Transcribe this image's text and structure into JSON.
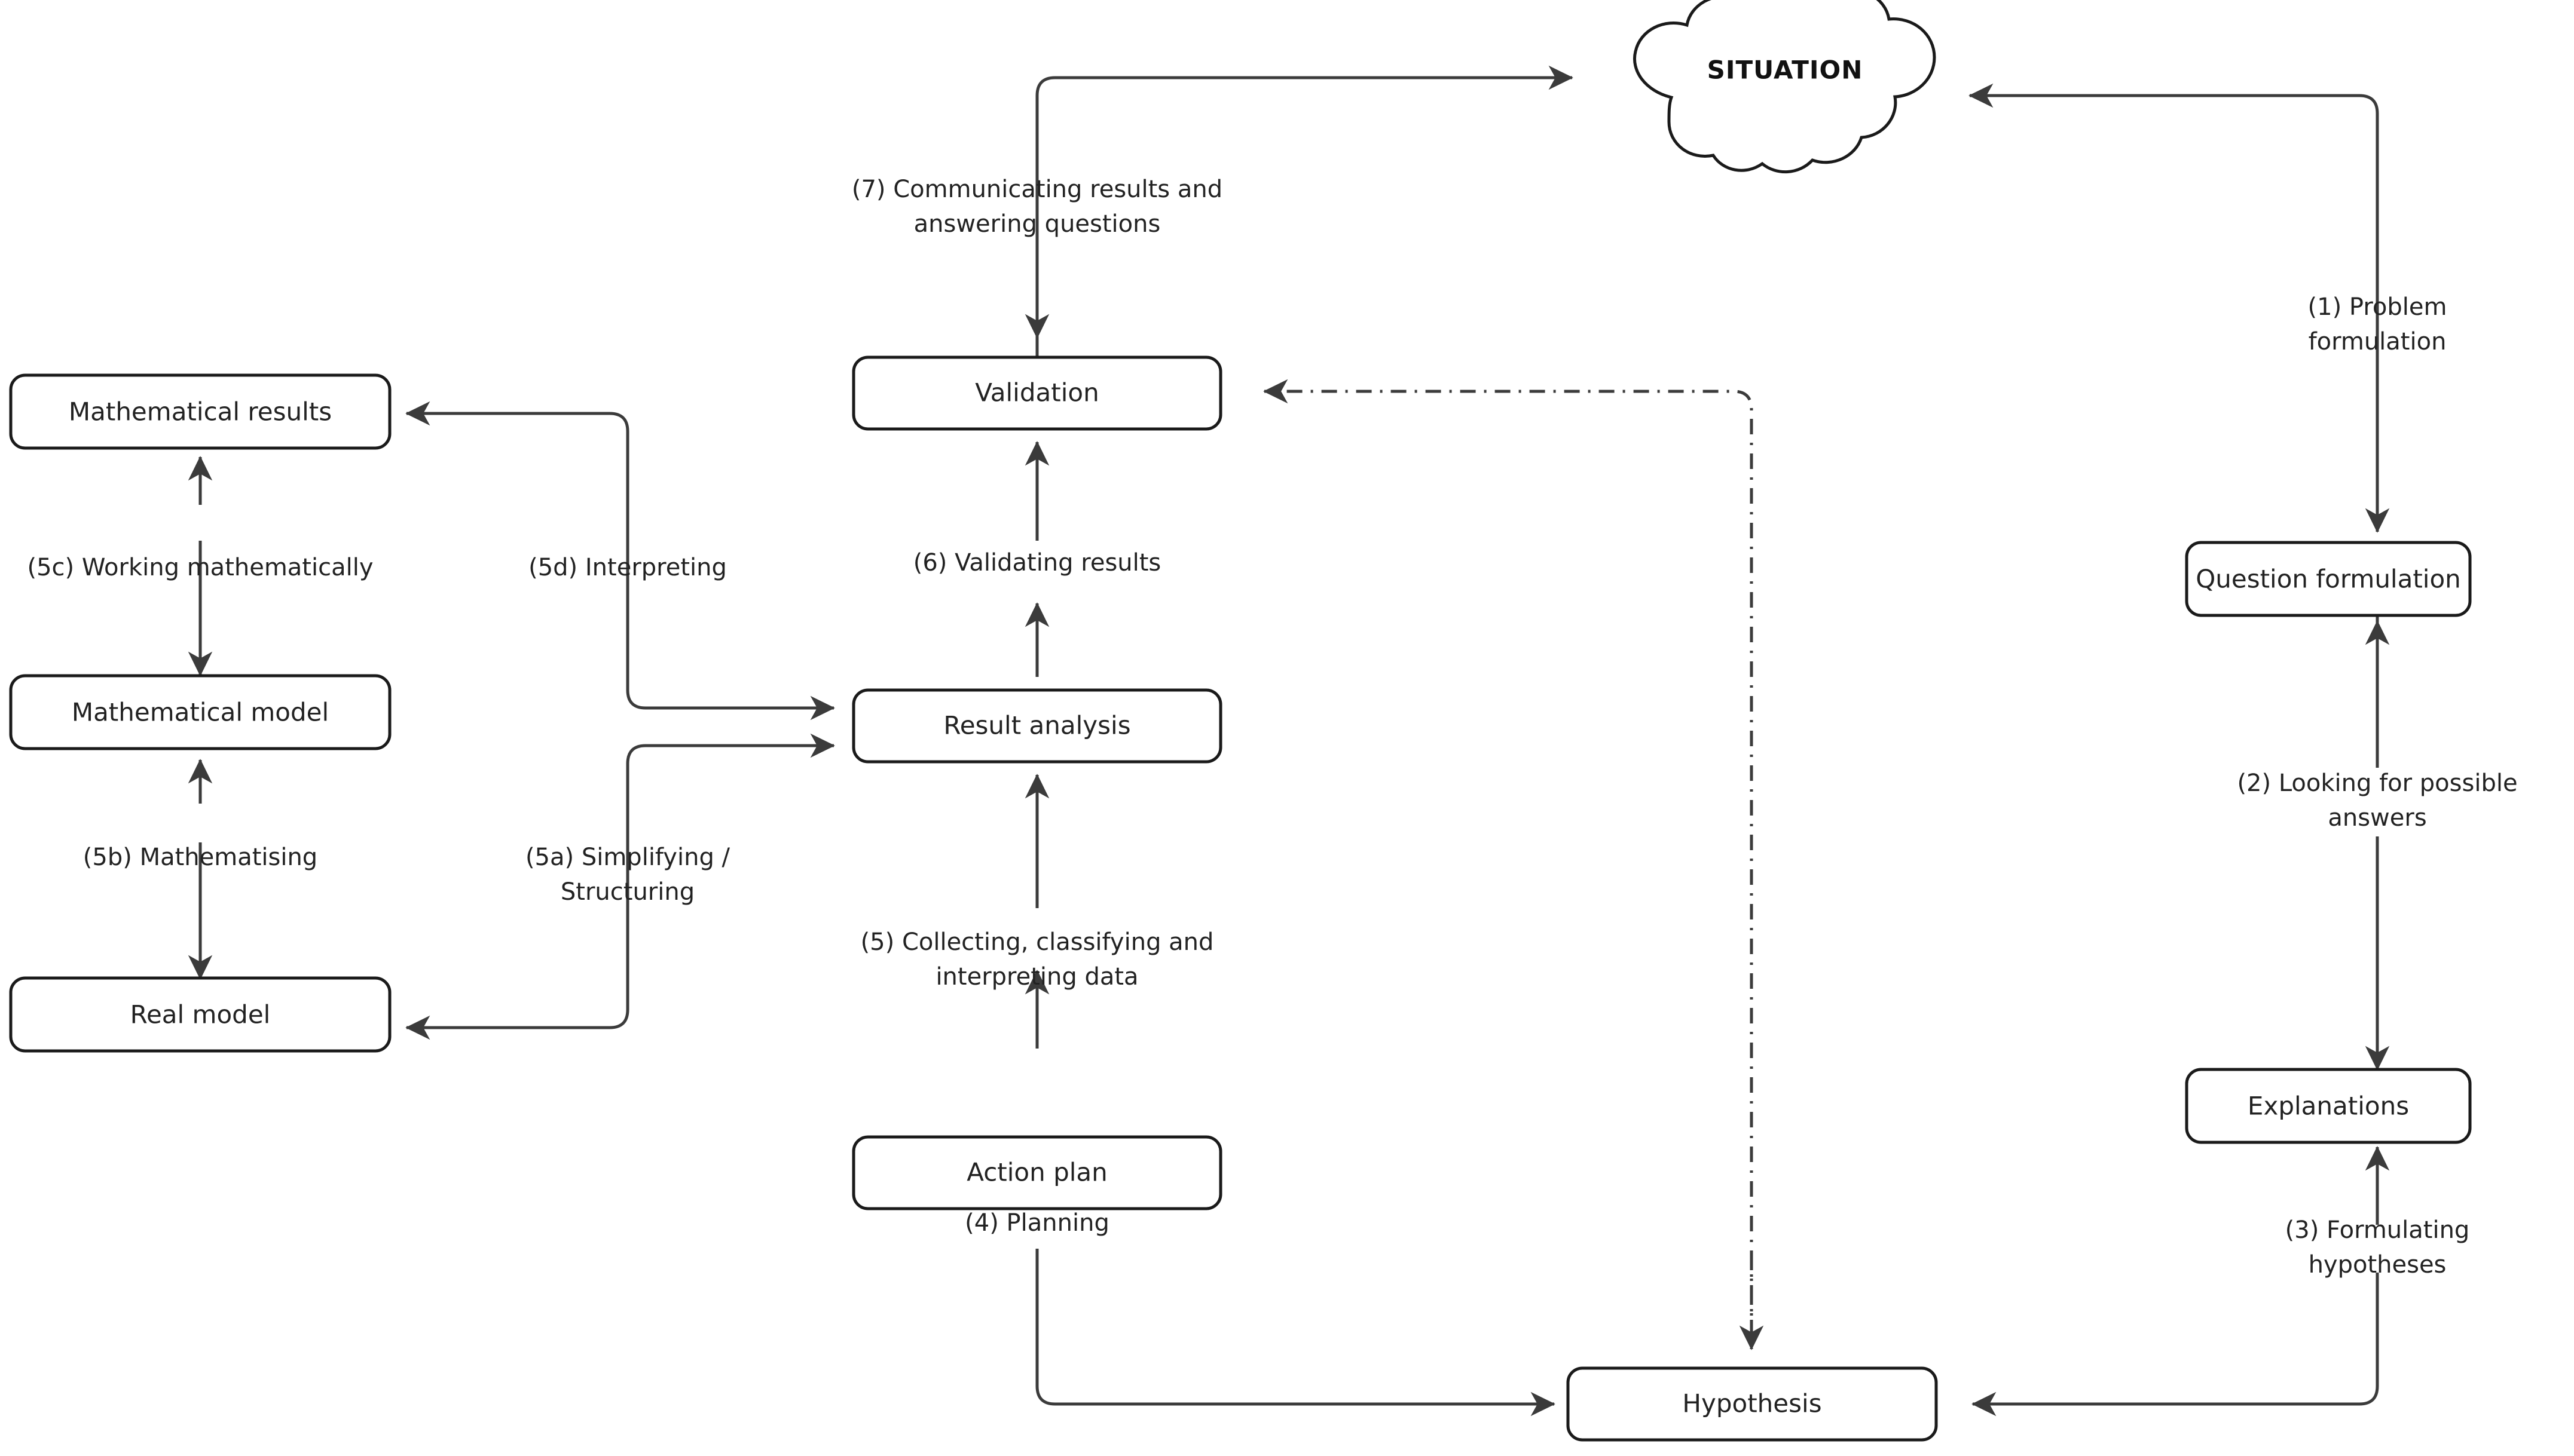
{
  "diagram": {
    "title": "Mathematical modelling and inquiry cycle",
    "background_color": "#ffffff",
    "line_color": "#3b3b3b",
    "box_border_color": "#1a1a1a",
    "text_color": "#222222"
  },
  "nodes": {
    "situation": {
      "label": "SITUATION",
      "shape": "cloud"
    },
    "question_formulation": {
      "label": "Question formulation",
      "shape": "rounded-rect"
    },
    "explanations": {
      "label": "Explanations",
      "shape": "rounded-rect"
    },
    "hypothesis": {
      "label": "Hypothesis",
      "shape": "rounded-rect"
    },
    "action_plan": {
      "label": "Action plan",
      "shape": "rounded-rect"
    },
    "result_analysis": {
      "label": "Result analysis",
      "shape": "rounded-rect"
    },
    "validation": {
      "label": "Validation",
      "shape": "rounded-rect"
    },
    "mathematical_results": {
      "label": "Mathematical results",
      "shape": "rounded-rect"
    },
    "mathematical_model": {
      "label": "Mathematical model",
      "shape": "rounded-rect"
    },
    "real_model": {
      "label": "Real model",
      "shape": "rounded-rect"
    }
  },
  "edge_labels": {
    "step1": {
      "line1": "(1) Problem",
      "line2": "formulation"
    },
    "step2": {
      "line1": "(2) Looking for possible",
      "line2": "answers"
    },
    "step3": {
      "line1": "(3) Formulating",
      "line2": "hypotheses"
    },
    "step4": {
      "line1": "(4) Planning",
      "line2": ""
    },
    "step5": {
      "line1": "(5) Collecting, classifying and",
      "line2": "interpreting data"
    },
    "step5a": {
      "line1": "(5a) Simplifying /",
      "line2": "Structuring"
    },
    "step5b": {
      "line1": "(5b) Mathematising",
      "line2": ""
    },
    "step5c": {
      "line1": "(5c) Working mathematically",
      "line2": ""
    },
    "step5d": {
      "line1": "(5d) Interpreting",
      "line2": ""
    },
    "step6": {
      "line1": "(6) Validating results",
      "line2": ""
    },
    "step7": {
      "line1": "(7) Communicating results and",
      "line2": "answering questions"
    }
  }
}
